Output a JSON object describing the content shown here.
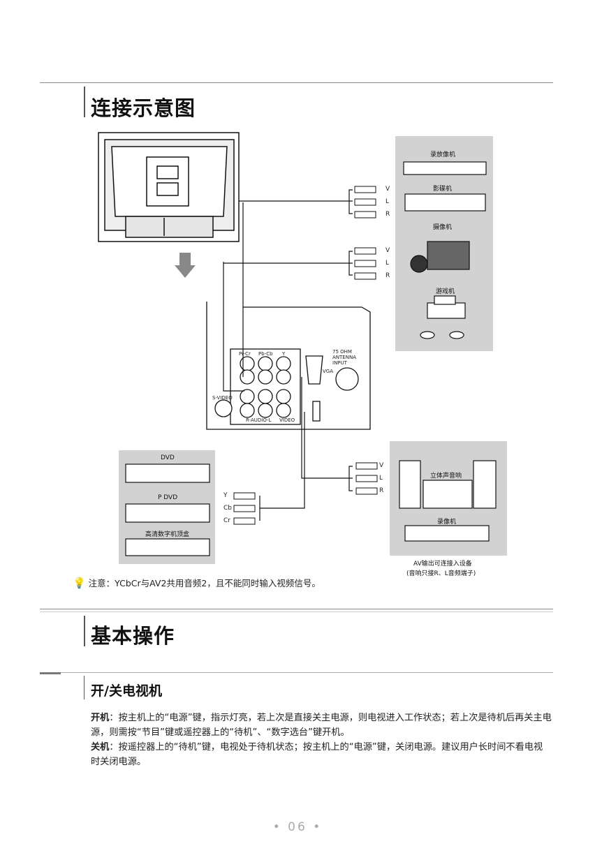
{
  "section1": {
    "title": "连接示意图"
  },
  "diagram": {
    "jacks_top1": [
      "V",
      "L",
      "R"
    ],
    "jacks_top2": [
      "V",
      "L",
      "R"
    ],
    "jacks_out": [
      "V",
      "L",
      "R"
    ],
    "jacks_ycbcr": [
      "Y",
      "Cb",
      "Cr"
    ],
    "devices_right": [
      "录放像机",
      "影碟机",
      "摄像机",
      "游戏机"
    ],
    "devices_left": [
      "DVD",
      "P DVD",
      "高清数字机顶盒"
    ],
    "devices_audio": [
      "立体声音响",
      "录像机"
    ],
    "audio_caption": [
      "AV输出可连接入设备",
      "(音响只接R、L音频端子)"
    ],
    "panel_labels": {
      "antenna": "75 OHM ANTENNA INPUT",
      "vga": "VGA",
      "svideo": "S-VIDEO",
      "raudio": "R-AUDIO-L",
      "video": "VIDEO",
      "pr": "Pr-Cr",
      "pb": "Pb-Cb",
      "y": "Y"
    },
    "note": "注意：YCbCr与AV2共用音频2，且不能同时输入视频信号。"
  },
  "section2": {
    "title": "基本操作"
  },
  "subsection": {
    "title": "开/关电视机",
    "on_label": "开机",
    "on_text": "：按主机上的“电源”键，指示灯亮，若上次是直接关主电源，则电视进入工作状态；若上次是待机后再关主电源，则需按“节目”键或遥控器上的“待机”、“数字选台”键开机。",
    "off_label": "关机",
    "off_text": "：按遥控器上的“待机”键，电视处于待机状态；按主机上的“电源”键，关闭电源。建议用户长时间不看电视时关闭电源。"
  },
  "page_number": "• 06 •"
}
